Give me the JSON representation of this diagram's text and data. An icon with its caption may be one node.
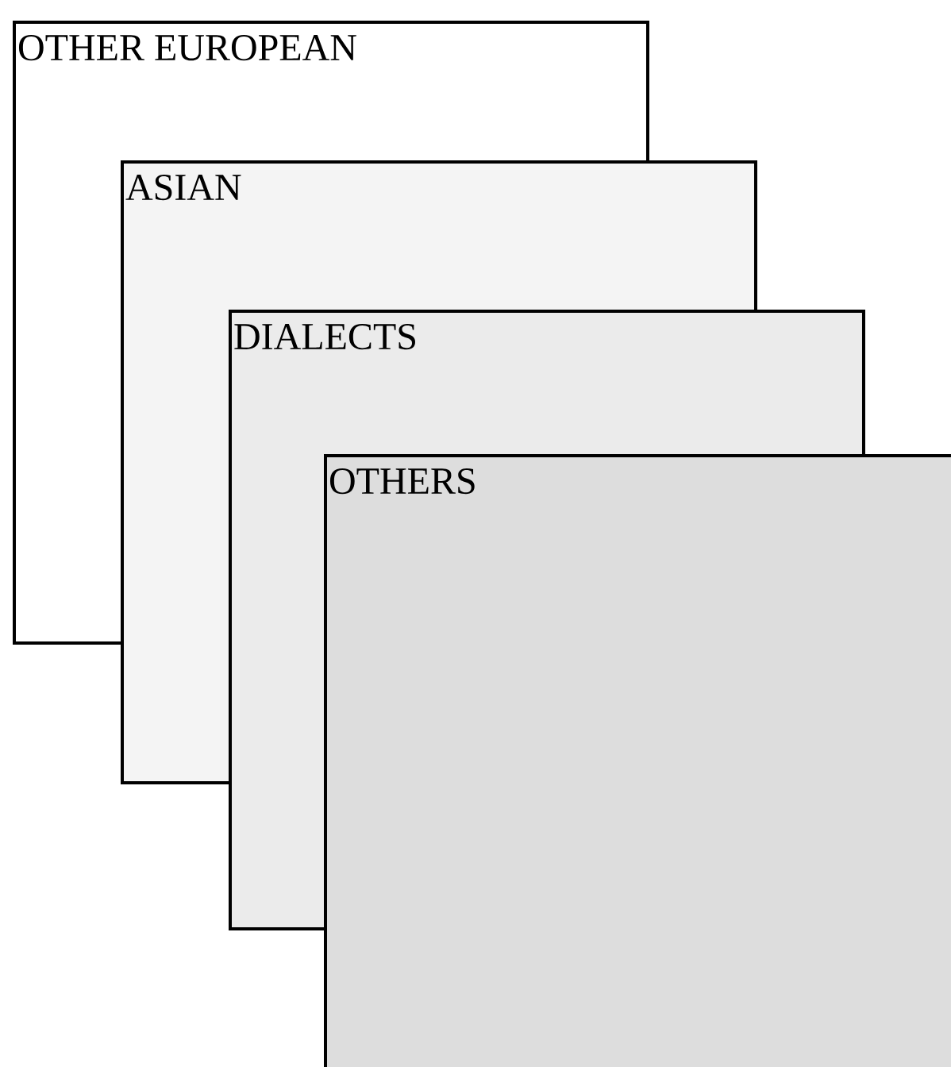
{
  "diagram": {
    "nodes": [
      {
        "text": [
          "OTHER EUROPEAN"
        ]
      },
      {
        "text": [
          "ASIAN"
        ]
      },
      {
        "text": [
          "DIALECTS"
        ]
      },
      {
        "text": [
          "OTHERS"
        ]
      }
    ]
  }
}
